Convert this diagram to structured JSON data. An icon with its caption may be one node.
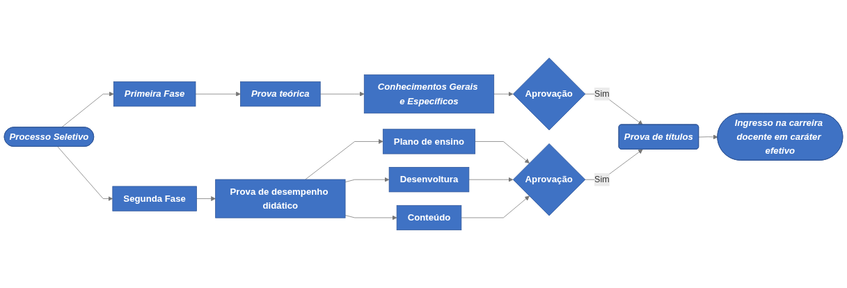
{
  "diagram": {
    "nodes": [
      {
        "text": [
          "Processo Seletivo"
        ]
      },
      {
        "text": [
          "Primeira Fase"
        ]
      },
      {
        "text": [
          "Prova teórica"
        ]
      },
      {
        "text": [
          "Conhecimentos Gerais e Específicos"
        ]
      },
      {
        "text": [
          "Aprovação"
        ]
      },
      {
        "text": [
          "Segunda Fase"
        ]
      },
      {
        "text": [
          "Prova de desempenho didático"
        ]
      },
      {
        "text": [
          "Plano de ensino"
        ]
      },
      {
        "text": [
          "Desenvoltura"
        ]
      },
      {
        "text": [
          "Conteúdo"
        ]
      },
      {
        "text": [
          "Aprovação"
        ]
      },
      {
        "text": [
          "Prova de títulos"
        ]
      },
      {
        "text": [
          "Ingresso na carreira docente em caráter efetivo"
        ]
      }
    ],
    "edges": [
      {
        "from": 0,
        "to": 1,
        "arrow": "to"
      },
      {
        "from": 0,
        "to": 5,
        "arrow": "to"
      },
      {
        "from": 1,
        "to": 2,
        "arrow": "to"
      },
      {
        "from": 2,
        "to": 3,
        "arrow": "to"
      },
      {
        "from": 3,
        "to": 4,
        "arrow": "to"
      },
      {
        "from": 5,
        "to": 6,
        "arrow": "to"
      },
      {
        "from": 6,
        "to": 7,
        "arrow": "to"
      },
      {
        "from": 6,
        "to": 8,
        "arrow": "to"
      },
      {
        "from": 6,
        "to": 9,
        "arrow": "to"
      },
      {
        "from": 7,
        "to": 10,
        "arrow": "to"
      },
      {
        "from": 8,
        "to": 10,
        "arrow": "to"
      },
      {
        "from": 9,
        "to": 10,
        "arrow": "to"
      },
      {
        "from": 4,
        "to": 11,
        "label": "Sim",
        "arrow": "to"
      },
      {
        "from": 10,
        "to": 11,
        "label": "Sim",
        "arrow": "to"
      },
      {
        "from": 11,
        "to": 12,
        "arrow": "to"
      }
    ]
  }
}
